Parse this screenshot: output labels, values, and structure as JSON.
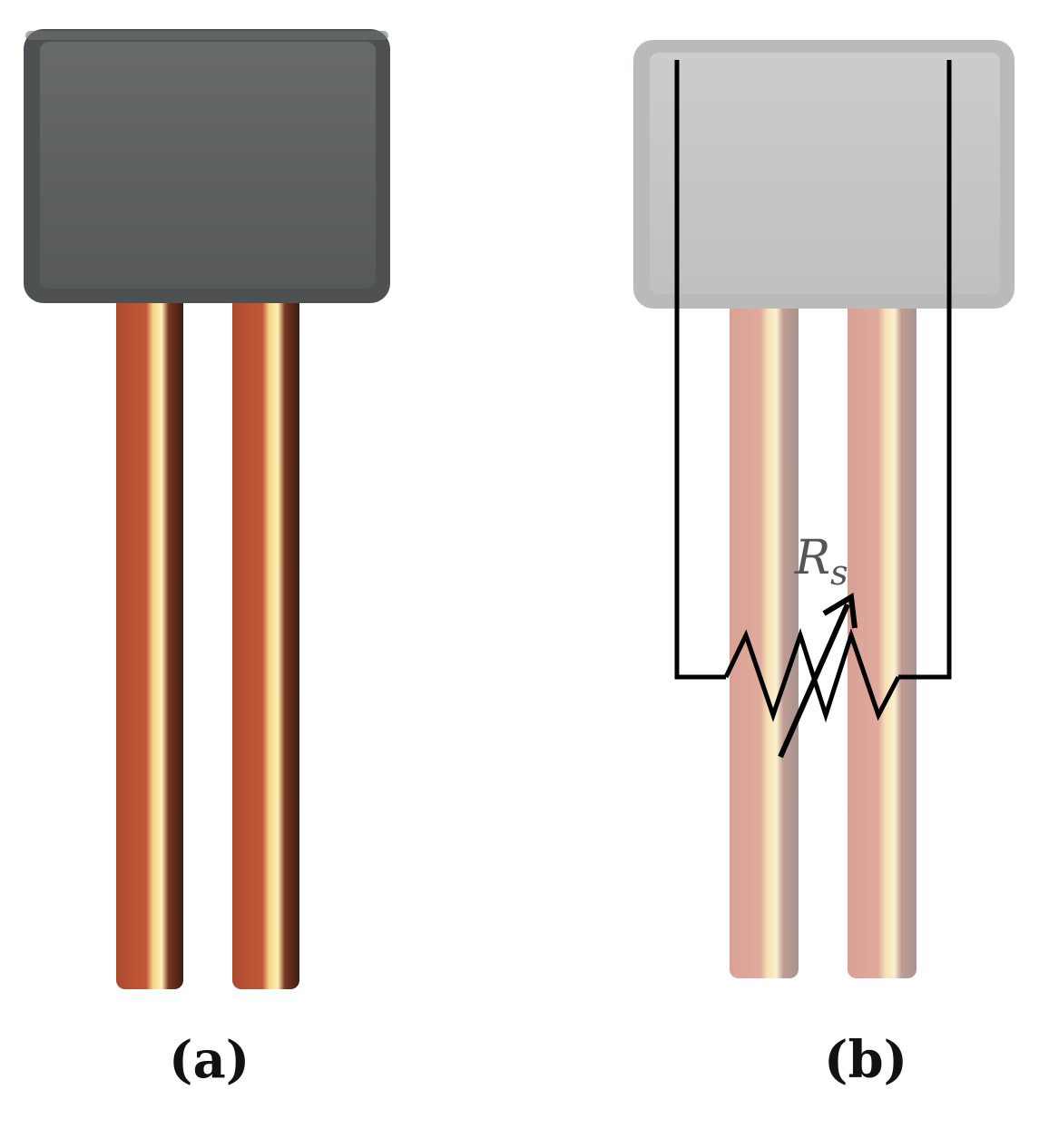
{
  "panels": [
    {
      "caption": "(a)"
    },
    {
      "caption": "(b)"
    }
  ],
  "resistor_label": {
    "main": "R",
    "subscript": "s"
  },
  "colors": {
    "body_dark": "#5f6263",
    "body_light": "#c6c7c7",
    "copper": "#b85233",
    "copper_faded": "#dba89a",
    "highlight": "#ffe59a",
    "wire": "#000000",
    "label": "#555555"
  }
}
